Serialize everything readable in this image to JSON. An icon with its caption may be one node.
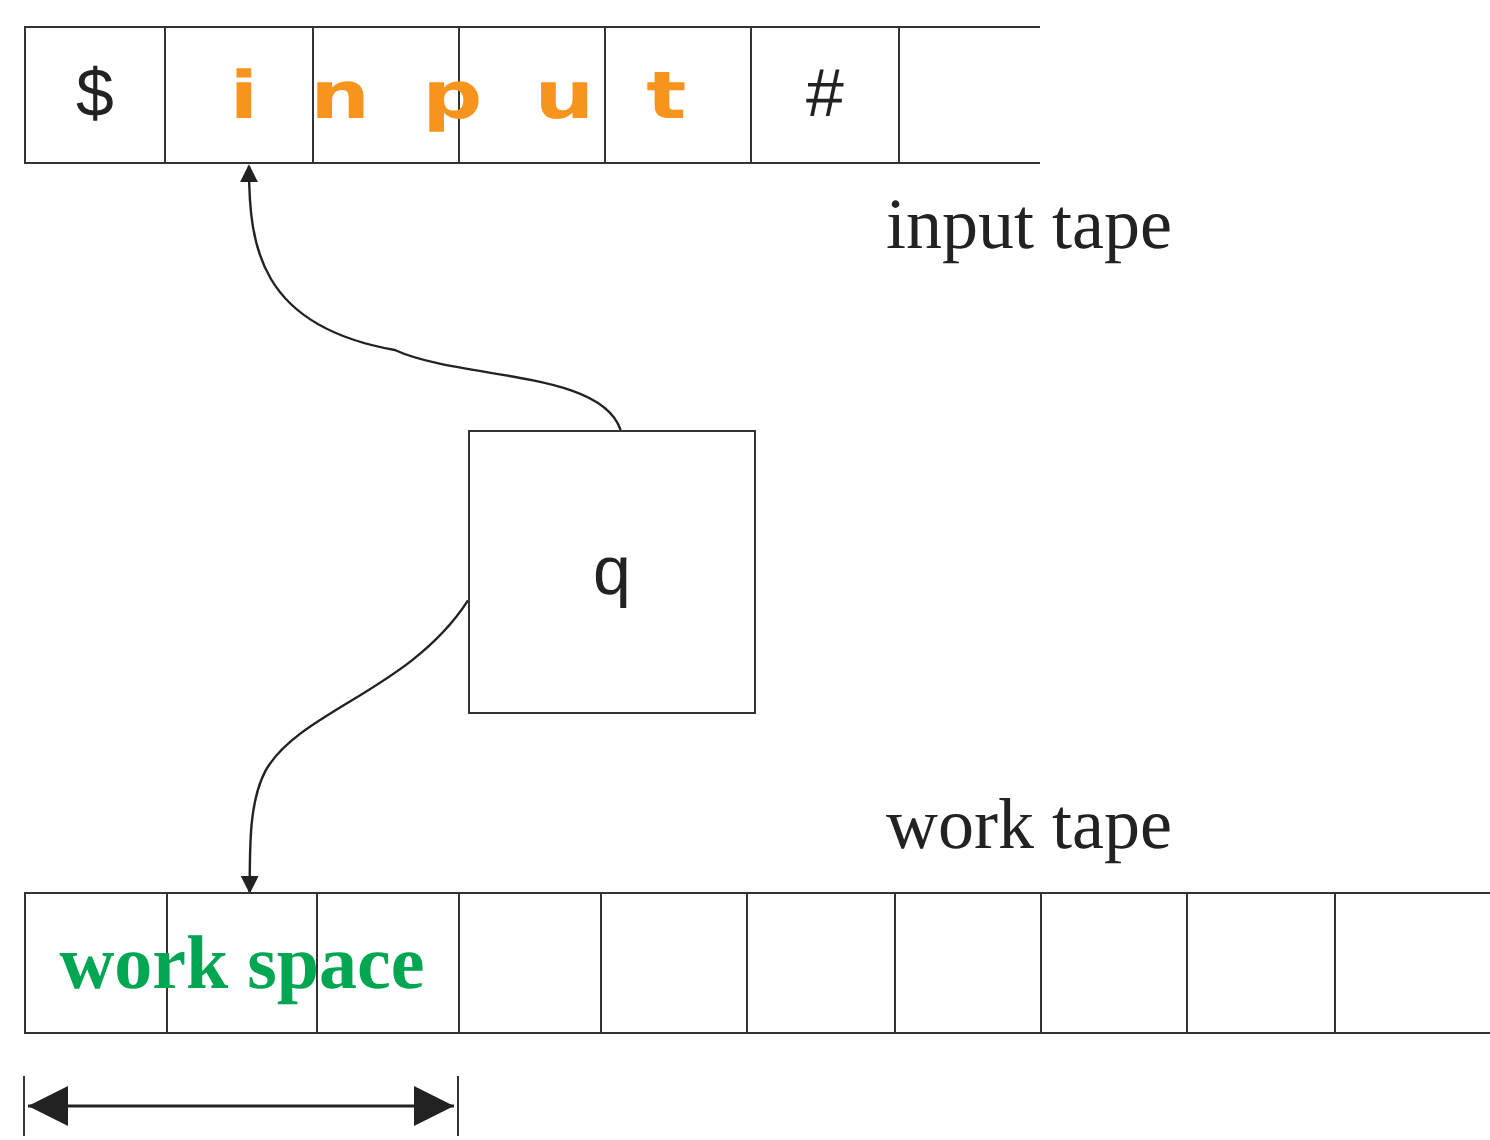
{
  "diagram": {
    "nodes": [
      {
        "text": [
          "input tape"
        ]
      },
      {
        "text": [
          "$"
        ],
        "in": 0
      },
      {
        "text": [
          "input"
        ],
        "in": 0
      },
      {
        "text": [
          "#"
        ],
        "in": 0
      },
      {
        "text": [],
        "shape": "box",
        "in": 0
      },
      {
        "text": [
          "q"
        ]
      },
      {
        "text": [
          "work tape"
        ]
      },
      {
        "text": [
          "work space"
        ],
        "in": 6
      },
      {
        "text": [],
        "shape": "box",
        "in": 6
      },
      {
        "text": [],
        "shape": "box",
        "in": 6
      },
      {
        "text": [],
        "shape": "box",
        "in": 6
      },
      {
        "text": [],
        "shape": "box",
        "in": 6
      },
      {
        "text": [],
        "shape": "box",
        "in": 6
      },
      {
        "text": [],
        "shape": "box",
        "in": 6
      },
      {
        "text": [],
        "shape": "box",
        "in": 6
      }
    ],
    "edges": [
      {
        "from": 5,
        "to": 2,
        "arrow": "to"
      },
      {
        "from": 5,
        "to": 7,
        "arrow": "to"
      }
    ]
  }
}
